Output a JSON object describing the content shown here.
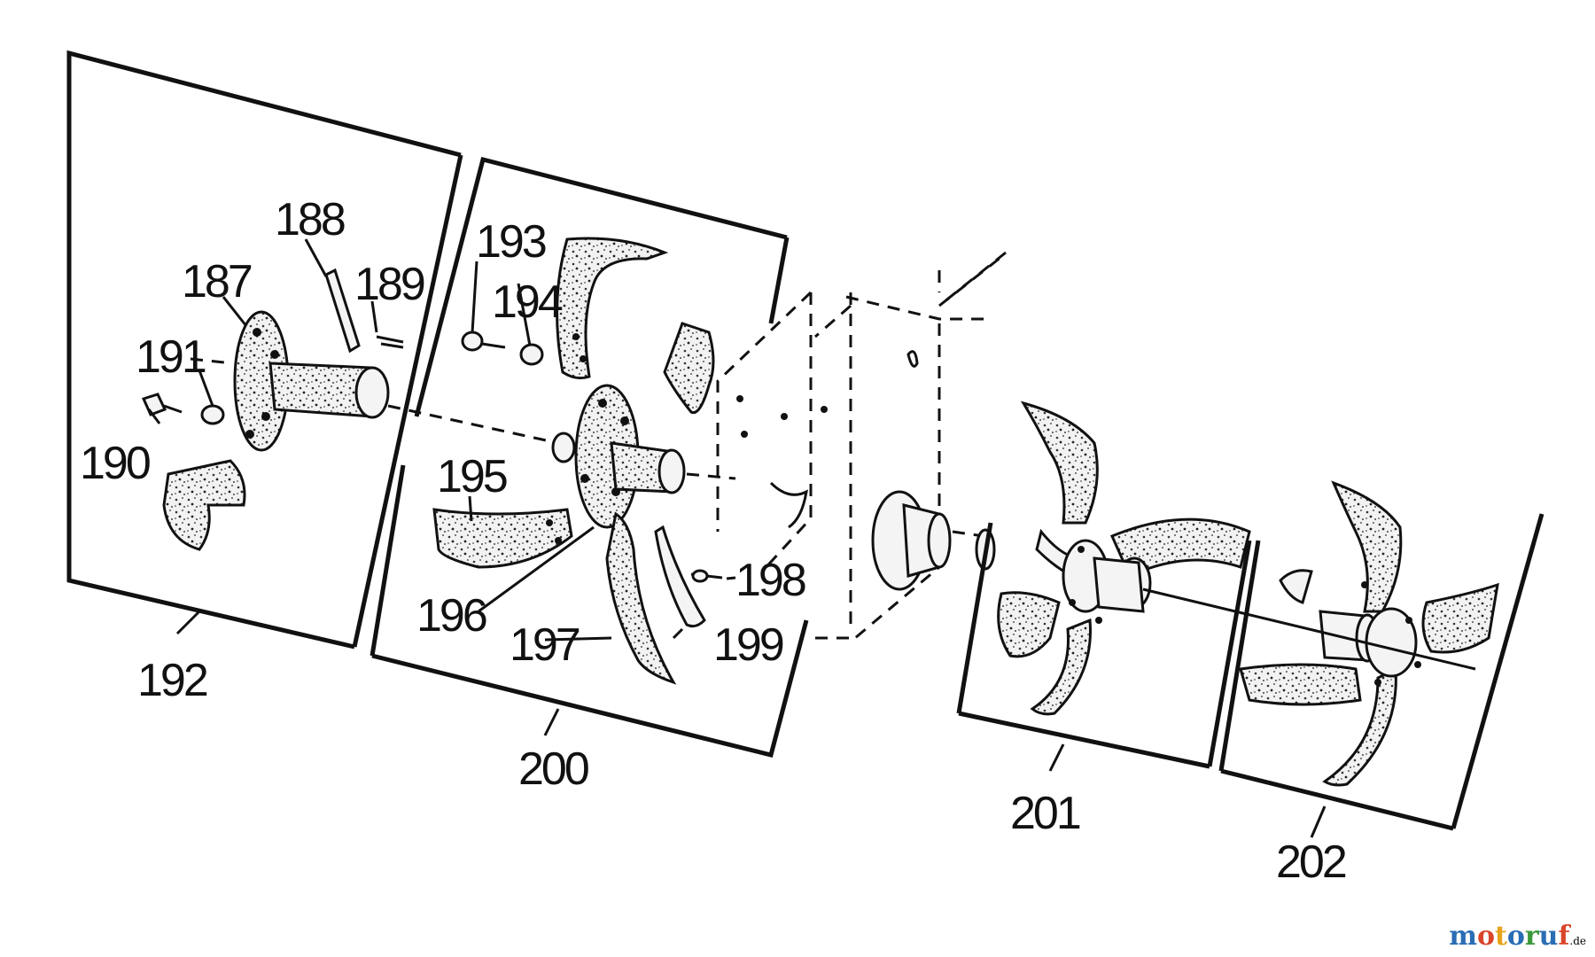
{
  "diagram": {
    "part_labels": {
      "p187": "187",
      "p188": "188",
      "p189": "189",
      "p190": "190",
      "p191": "191",
      "p192": "192",
      "p193": "193",
      "p194": "194",
      "p195": "195",
      "p196": "196",
      "p197": "197",
      "p198": "198",
      "p199": "199",
      "p200": "200",
      "p201": "201",
      "p202": "202"
    }
  },
  "watermark": {
    "letters": [
      "m",
      "o",
      "t",
      "o",
      "r",
      "u",
      "f"
    ],
    "suffix": ".de",
    "colors": [
      "#2a6db5",
      "#d9452b",
      "#e6a21a",
      "#2a6db5",
      "#3a9a3a",
      "#2a6db5",
      "#d9452b"
    ]
  }
}
